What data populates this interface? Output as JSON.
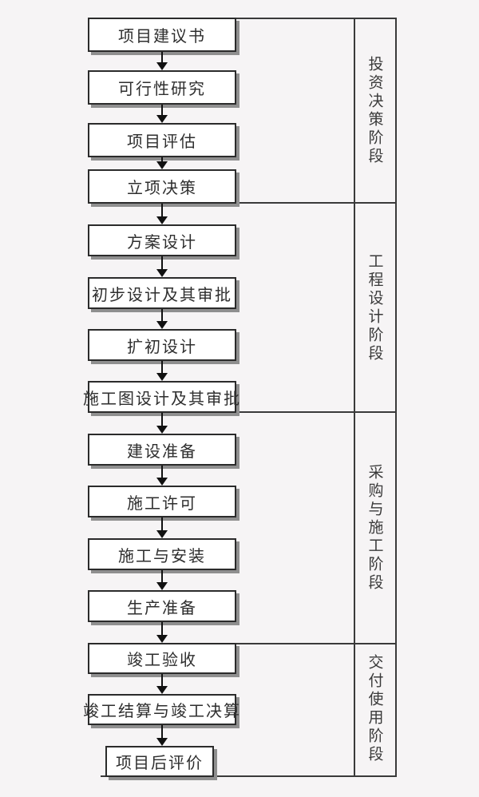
{
  "steps": [
    {
      "label": "项目建议书"
    },
    {
      "label": "可行性研究"
    },
    {
      "label": "项目评估"
    },
    {
      "label": "立项决策"
    },
    {
      "label": "方案设计"
    },
    {
      "label": "初步设计及其审批"
    },
    {
      "label": "扩初设计"
    },
    {
      "label": "施工图设计及其审批"
    },
    {
      "label": "建设准备"
    },
    {
      "label": "施工许可"
    },
    {
      "label": "施工与安装"
    },
    {
      "label": "生产准备"
    },
    {
      "label": "竣工验收"
    },
    {
      "label": "竣工结算与竣工决算"
    },
    {
      "label": "项目后评价"
    }
  ],
  "phases": [
    {
      "label": "投资决策阶段"
    },
    {
      "label": "工程设计阶段"
    },
    {
      "label": "采购与施工阶段"
    },
    {
      "label": "交付使用阶段"
    }
  ],
  "colors": {
    "background": "#f6f4f5",
    "box_fill": "#ffffff",
    "box_border": "#2b2b2b",
    "box_shadow": "#8f8f8f",
    "line": "#3a3a3a",
    "arrow": "#111111",
    "text": "#2e2e2e"
  }
}
